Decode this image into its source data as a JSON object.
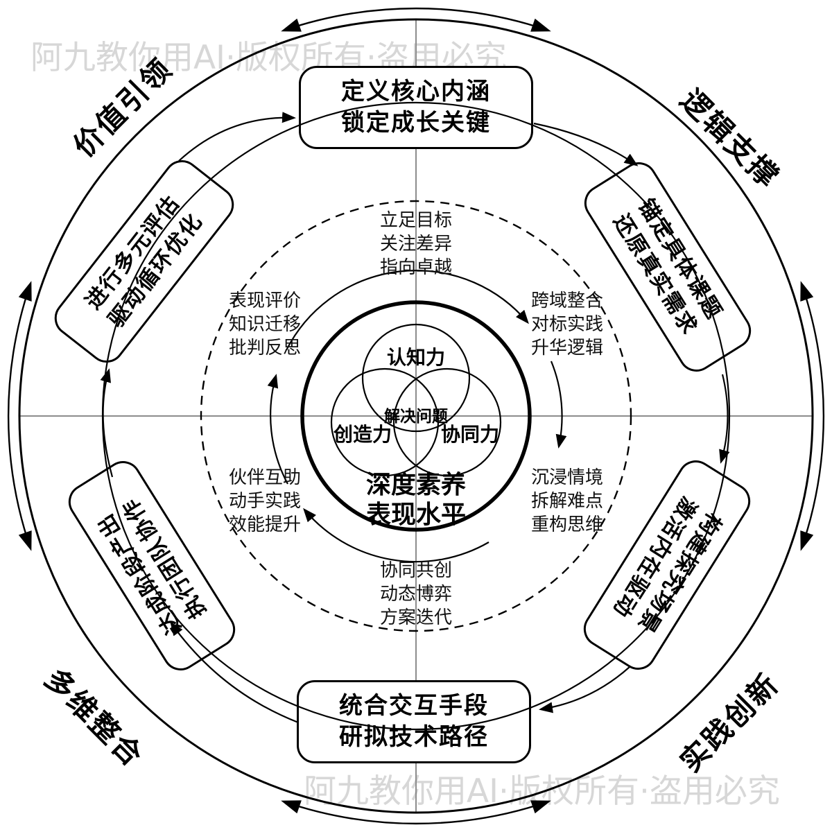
{
  "watermark": {
    "text": "阿九教你用AI·版权所有·盗用必究"
  },
  "corner_labels": {
    "top_left": {
      "text": "价值引领"
    },
    "top_right": {
      "text": "逻辑支撑"
    },
    "bottom_left": {
      "text": "多维整合"
    },
    "bottom_right": {
      "text": "实践创新"
    }
  },
  "outer_boxes": {
    "top": {
      "lines": [
        "定义核心内涵",
        "锁定成长关键"
      ]
    },
    "right_top": {
      "lines": [
        "锚定具体课题",
        "还原真实需求"
      ]
    },
    "right_bottom": {
      "lines": [
        "构建探究场景",
        "激活内在驱动"
      ]
    },
    "bottom": {
      "lines": [
        "统合交互手段",
        "研拟技术路径"
      ]
    },
    "left_bottom": {
      "lines": [
        "执行团队协作",
        "达成阶段产出"
      ]
    },
    "left_top": {
      "lines": [
        "进行多元评估",
        "驱动循环优化"
      ]
    }
  },
  "ring_texts": {
    "top": {
      "lines": [
        "立足目标",
        "关注差异",
        "指向卓越"
      ]
    },
    "right_top": {
      "lines": [
        "跨域整合",
        "对标实践",
        "升华逻辑"
      ]
    },
    "right_bottom": {
      "lines": [
        "沉浸情境",
        "拆解难点",
        "重构思维"
      ]
    },
    "bottom": {
      "lines": [
        "协同共创",
        "动态博弈",
        "方案迭代"
      ]
    },
    "left_bottom": {
      "lines": [
        "伙伴互助",
        "动手实践",
        "效能提升"
      ]
    },
    "left_top": {
      "lines": [
        "表现评价",
        "知识迁移",
        "批判反思"
      ]
    }
  },
  "venn": {
    "top": "认知力",
    "left": "创造力",
    "right": "协同力",
    "center": "解决问题"
  },
  "center_caption": {
    "lines": [
      "深度素养",
      "表现水平"
    ]
  },
  "colors": {
    "ink": "#000000",
    "axis_gray": "#8c8c8c",
    "watermark_gray": "#d7d7d7",
    "background": "#ffffff"
  }
}
